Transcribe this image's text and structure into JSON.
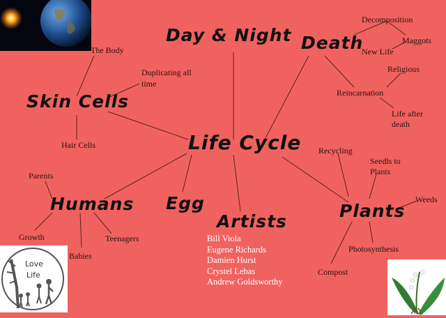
{
  "center": "Life Cycle",
  "hubs": {
    "day_night": "Day & Night",
    "death": "Death",
    "skin_cells": "Skin Cells",
    "humans": "Humans",
    "egg": "Egg",
    "artists": "Artists",
    "plants": "Plants"
  },
  "leaves": {
    "the_body": "The Body",
    "duplicating_1": "Duplicating all",
    "duplicating_2": "time",
    "hair_cells": "Hair Cells",
    "decomposition": "Decomposition",
    "maggots": "Maggots",
    "new_life": "New Life",
    "religious": "Religious",
    "reincarnation": "Reincarnation",
    "life_after_1": "Life after",
    "life_after_2": "death",
    "parents": "Parents",
    "growth": "Growth",
    "babies": "Babies",
    "teenagers": "Teenagers",
    "recycling": "Recycling",
    "seeds_1": "Seedls to",
    "seeds_2": "Plants",
    "weeds": "Weeds",
    "photosynthesis": "Photosynthesis",
    "compost": "Compost"
  },
  "artists_list": [
    "Bill Viola",
    "Eugene Richards",
    "Damien Hurst",
    "Crystel Lebas",
    "Andrew Goldsworthy"
  ],
  "logo": {
    "line1": "Love",
    "line2": "Life"
  },
  "colors": {
    "background": "#f0625f",
    "hub_text": "#111111",
    "artist_text": "#ffffff",
    "lines": "#5a2220"
  }
}
